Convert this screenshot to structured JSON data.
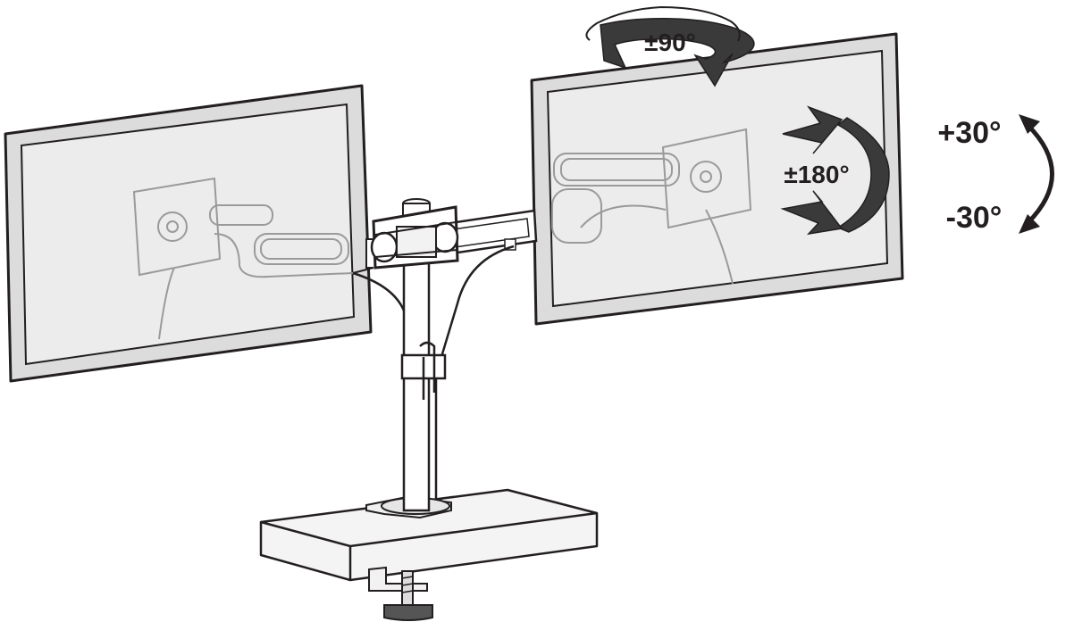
{
  "annotations": {
    "swivel": "±90°",
    "rotation": "±180°",
    "tilt_up": "+30°",
    "tilt_down": "-30°"
  },
  "colors": {
    "line": "#231f20",
    "bezel": "#dcdcdc",
    "screen": "#e8e8e8",
    "mount_ghost": "#9a9a9a",
    "arrow_fill": "#3a3a3a"
  }
}
